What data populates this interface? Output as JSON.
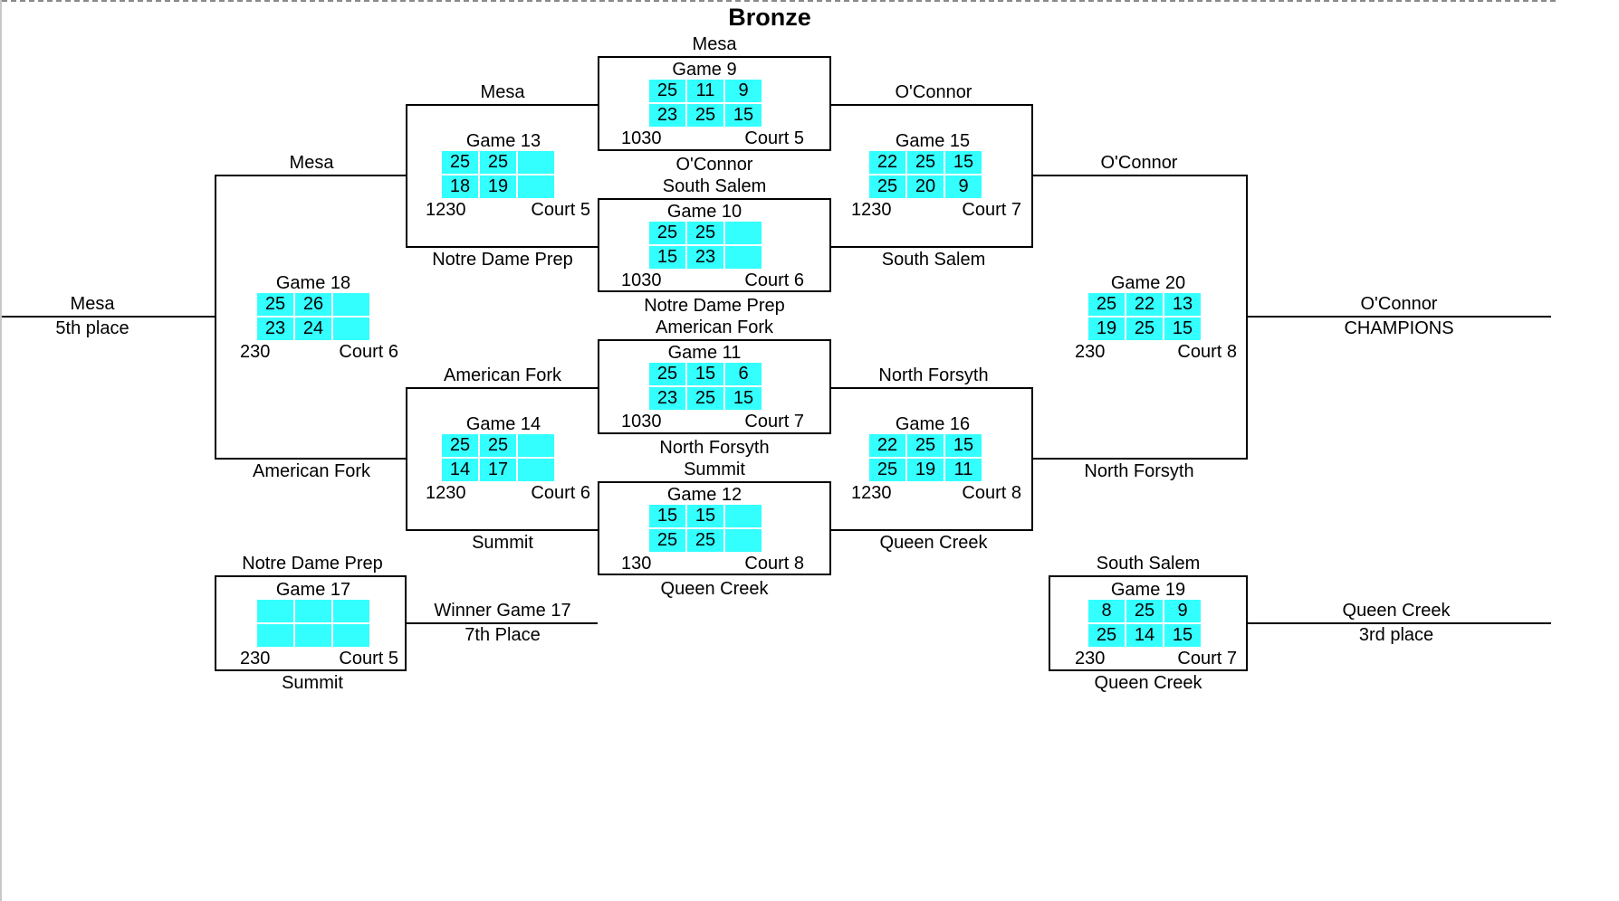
{
  "title": "Bronze",
  "colors": {
    "score_cell": "#33ffff",
    "lines": "#000000",
    "background": "#ffffff"
  },
  "games": {
    "g9": {
      "label": "Game 9",
      "time": "1030",
      "court": "Court 5",
      "scores": [
        [
          "25",
          "11",
          "9"
        ],
        [
          "23",
          "25",
          "15"
        ]
      ]
    },
    "g10": {
      "label": "Game 10",
      "time": "1030",
      "court": "Court 6",
      "scores": [
        [
          "25",
          "25",
          ""
        ],
        [
          "15",
          "23",
          ""
        ]
      ]
    },
    "g11": {
      "label": "Game 11",
      "time": "1030",
      "court": "Court 7",
      "scores": [
        [
          "25",
          "15",
          "6"
        ],
        [
          "23",
          "25",
          "15"
        ]
      ]
    },
    "g12": {
      "label": "Game 12",
      "time": "130",
      "court": "Court 8",
      "scores": [
        [
          "15",
          "15",
          ""
        ],
        [
          "25",
          "25",
          ""
        ]
      ]
    },
    "g13": {
      "label": "Game 13",
      "time": "1230",
      "court": "Court 5",
      "scores": [
        [
          "25",
          "25",
          ""
        ],
        [
          "18",
          "19",
          ""
        ]
      ]
    },
    "g14": {
      "label": "Game 14",
      "time": "1230",
      "court": "Court 6",
      "scores": [
        [
          "25",
          "25",
          ""
        ],
        [
          "14",
          "17",
          ""
        ]
      ]
    },
    "g15": {
      "label": "Game 15",
      "time": "1230",
      "court": "Court 7",
      "scores": [
        [
          "22",
          "25",
          "15"
        ],
        [
          "25",
          "20",
          "9"
        ]
      ]
    },
    "g16": {
      "label": "Game 16",
      "time": "1230",
      "court": "Court 8",
      "scores": [
        [
          "22",
          "25",
          "15"
        ],
        [
          "25",
          "19",
          "11"
        ]
      ]
    },
    "g17": {
      "label": "Game 17",
      "time": "230",
      "court": "Court 5",
      "scores": [
        [
          "",
          "",
          ""
        ],
        [
          "",
          "",
          ""
        ]
      ]
    },
    "g18": {
      "label": "Game 18",
      "time": "230",
      "court": "Court 6",
      "scores": [
        [
          "25",
          "26",
          ""
        ],
        [
          "23",
          "24",
          ""
        ]
      ]
    },
    "g19": {
      "label": "Game 19",
      "time": "230",
      "court": "Court 7",
      "scores": [
        [
          "8",
          "25",
          "9"
        ],
        [
          "25",
          "14",
          "15"
        ]
      ]
    },
    "g20": {
      "label": "Game 20",
      "time": "230",
      "court": "Court 8",
      "scores": [
        [
          "25",
          "22",
          "13"
        ],
        [
          "19",
          "25",
          "15"
        ]
      ]
    }
  },
  "teams": {
    "g9_top": "Mesa",
    "g9_bottom": "O'Connor",
    "g10_top": "South Salem",
    "g10_bottom": "Notre Dame Prep",
    "g11_top": "American Fork",
    "g11_bottom": "North Forsyth",
    "g12_top": "Summit",
    "g12_bottom": "Queen Creek",
    "g13_top": "Mesa",
    "g13_bottom": "Notre Dame Prep",
    "g14_top": "American Fork",
    "g14_bottom": "Summit",
    "g15_top": "O'Connor",
    "g15_bottom": "South Salem",
    "g16_top": "North Forsyth",
    "g16_bottom": "Queen Creek",
    "g18_top": "Mesa",
    "g18_bottom": "American Fork",
    "g20_top": "O'Connor",
    "g20_bottom": "North Forsyth",
    "g17_top": "Notre Dame Prep",
    "g17_bottom": "Summit",
    "g19_top": "South Salem",
    "g19_bottom": "Queen Creek"
  },
  "results": {
    "fifth_team": "Mesa",
    "fifth_label": "5th place",
    "champion_team": "O'Connor",
    "champion_label": "CHAMPIONS",
    "seventh_team": "Winner Game 17",
    "seventh_label": "7th Place",
    "third_team": "Queen Creek",
    "third_label": "3rd place"
  }
}
